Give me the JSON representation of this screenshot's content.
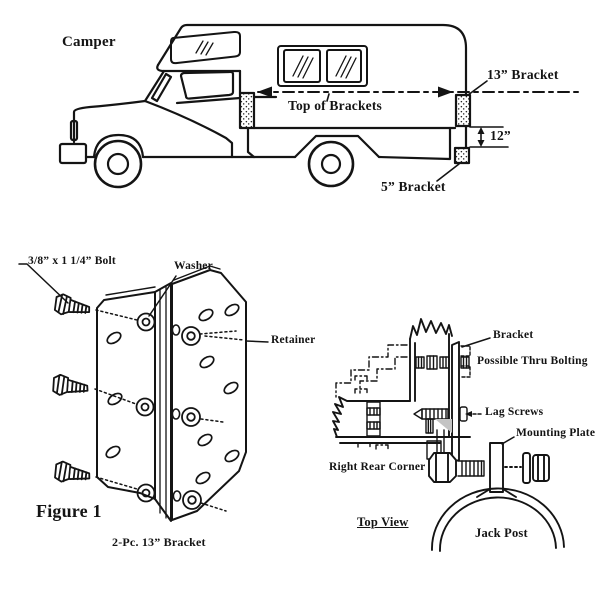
{
  "page": {
    "background": "#ffffff",
    "ink": "#141414",
    "kind": "camper tie-down bracket installation diagram"
  },
  "camper_diagram": {
    "title": "Camper",
    "top_of_brackets_label": "Top of Brackets",
    "bracket_13_label": "13” Bracket",
    "dimension_label": "12”",
    "bracket_5_label": "5” Bracket"
  },
  "figure1": {
    "bolt_label": "3/8” x 1 1/4” Bolt",
    "washer_label": "Washer",
    "retainer_label": "Retainer",
    "figure_label": "Figure 1",
    "caption": "2-Pc. 13” Bracket"
  },
  "corner_detail": {
    "bracket_label": "Bracket",
    "thru_bolting_label": "Possible Thru Bolting",
    "lag_screws_label": "Lag Screws",
    "mounting_plate_label": "Mounting Plate",
    "right_rear_corner_label": "Right Rear Corner",
    "top_view_label": "Top View",
    "jack_post_label": "Jack Post"
  }
}
